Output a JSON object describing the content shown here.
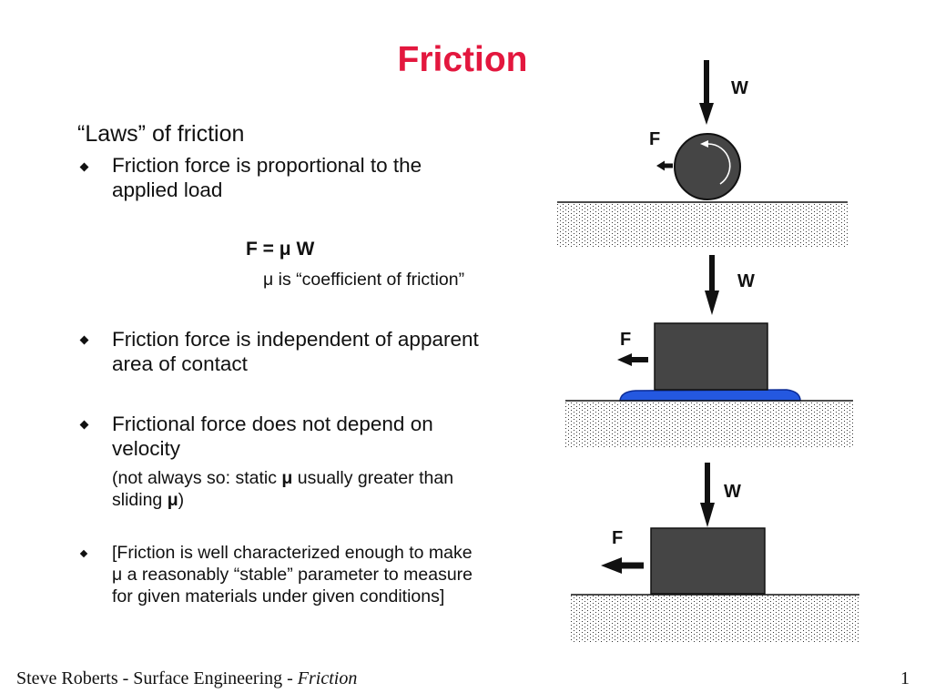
{
  "slide": {
    "title": "Friction",
    "heading": "“Laws” of friction"
  },
  "bullets": [
    {
      "lines": [
        "Friction force is proportional to the",
        "applied load"
      ]
    },
    {
      "lines": [
        "Friction force is independent of apparent",
        "area of contact"
      ]
    },
    {
      "lines": [
        "Frictional force does not depend on",
        "velocity"
      ],
      "note": [
        [
          "(not always so: static ",
          "μ",
          " usually greater than"
        ],
        [
          "sliding ",
          "μ",
          ")"
        ]
      ]
    },
    {
      "lines": [
        "[Friction is well characterized enough to make",
        "μ a reasonably “stable” parameter to measure",
        "for given materials under given conditions]"
      ]
    }
  ],
  "equation": {
    "formula": "F = μ W",
    "note": "μ is “coefficient of friction”"
  },
  "diagrams": [
    {
      "load_label": "W",
      "force_label": "F"
    },
    {
      "load_label": "W",
      "force_label": "F"
    },
    {
      "load_label": "W",
      "force_label": "F"
    }
  ],
  "footer": {
    "text": "Steve Roberts - Surface Engineering - ",
    "topic": "Friction",
    "page_number": "1"
  },
  "icons": {
    "bullet": "diamond-bullet-icon",
    "rotation": "rotation-arrow-icon",
    "ball": "rolling-ball-icon",
    "block": "block-icon",
    "lubricant": "lubricant-layer-icon"
  },
  "colors": {
    "title": "#e3173e",
    "text": "#111111",
    "body_fill": "#454545",
    "lubricant": "#2458e0",
    "stipple": "#333333"
  }
}
